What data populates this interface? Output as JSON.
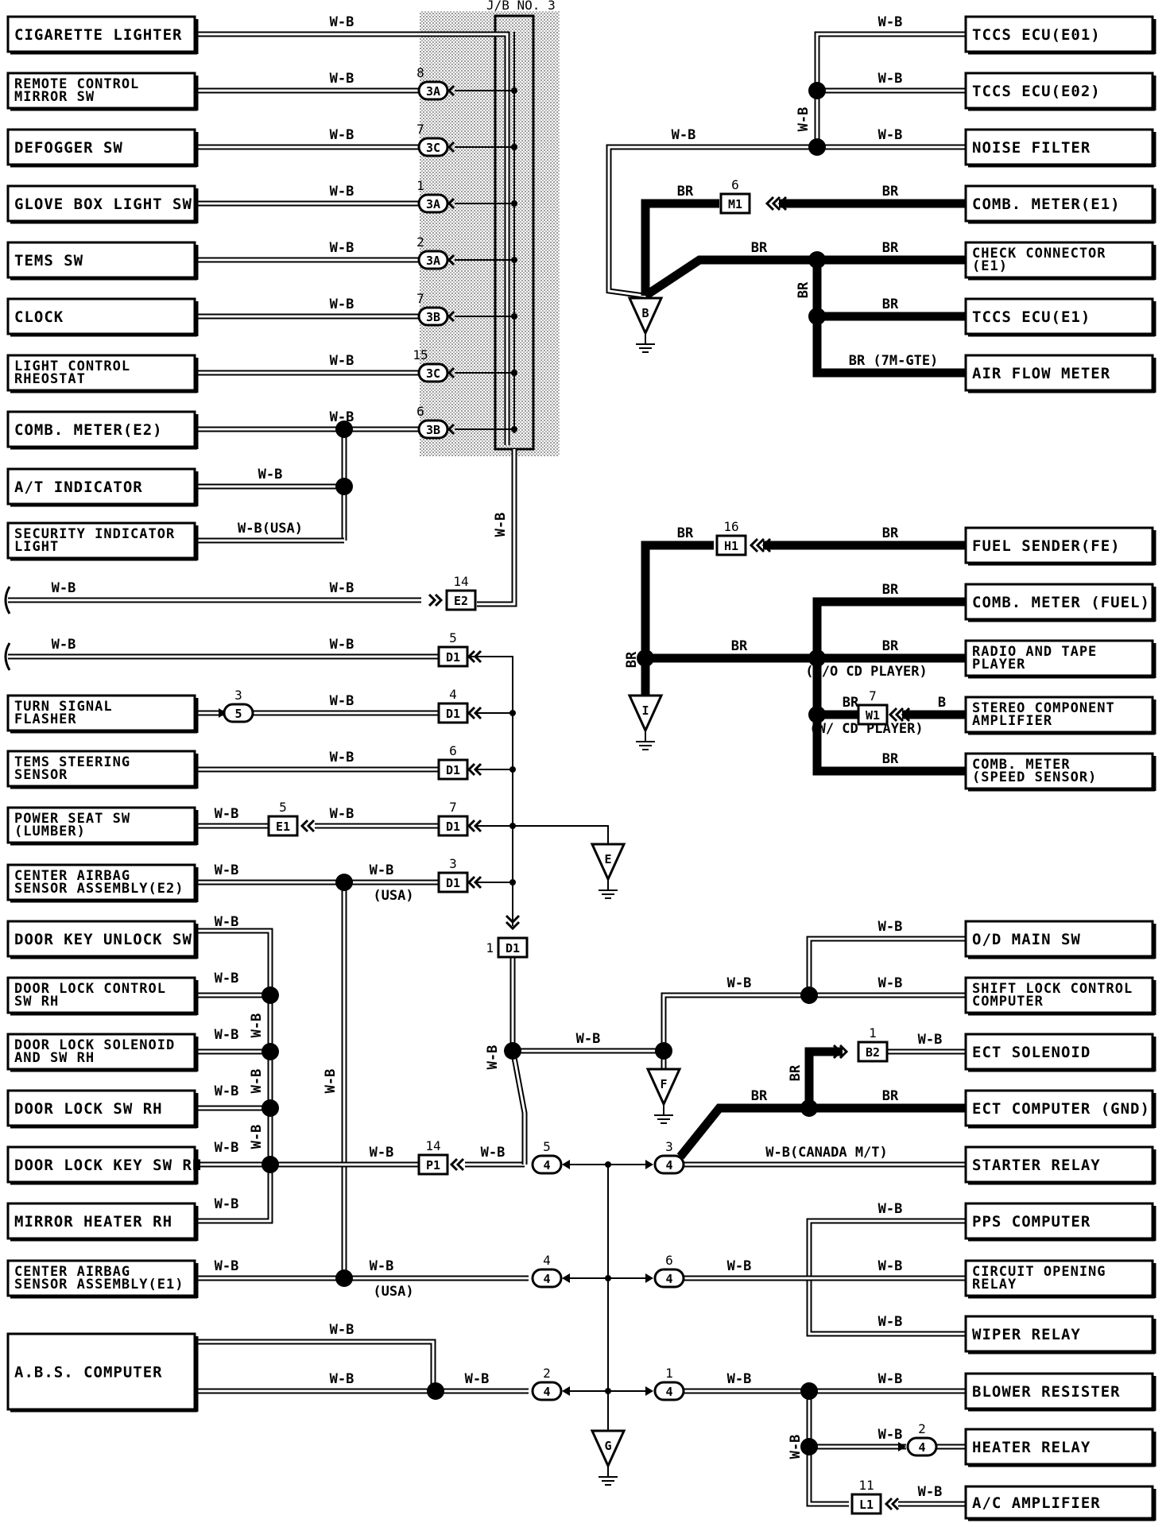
{
  "jb": {
    "label": "J/B NO. 3"
  },
  "components": [
    {
      "id": "cigarette-lighter",
      "lines": [
        "CIGARETTE LIGHTER"
      ]
    },
    {
      "id": "remote-control-mirror-sw",
      "lines": [
        "REMOTE CONTROL",
        "MIRROR SW"
      ]
    },
    {
      "id": "defogger-sw",
      "lines": [
        "DEFOGGER SW"
      ]
    },
    {
      "id": "glove-box-light-sw",
      "lines": [
        "GLOVE BOX LIGHT SW"
      ]
    },
    {
      "id": "tems-sw",
      "lines": [
        "TEMS SW"
      ]
    },
    {
      "id": "clock",
      "lines": [
        "CLOCK"
      ]
    },
    {
      "id": "light-control-rheostat",
      "lines": [
        "LIGHT CONTROL",
        "RHEOSTAT"
      ]
    },
    {
      "id": "comb-meter-e2",
      "lines": [
        "COMB. METER(E2)"
      ]
    },
    {
      "id": "at-indicator",
      "lines": [
        "A/T INDICATOR"
      ]
    },
    {
      "id": "security-indicator-light",
      "lines": [
        "SECURITY INDICATOR",
        "LIGHT"
      ]
    },
    {
      "id": "turn-signal-flasher",
      "lines": [
        "TURN SIGNAL",
        "FLASHER"
      ]
    },
    {
      "id": "tems-steering-sensor",
      "lines": [
        "TEMS STEERING",
        "SENSOR"
      ]
    },
    {
      "id": "power-seat-sw",
      "lines": [
        "POWER SEAT SW",
        "(LUMBER)"
      ]
    },
    {
      "id": "center-airbag-e2",
      "lines": [
        "CENTER AIRBAG",
        "SENSOR ASSEMBLY(E2)"
      ]
    },
    {
      "id": "door-key-unlock-sw",
      "lines": [
        "DOOR KEY UNLOCK SW"
      ]
    },
    {
      "id": "door-lock-control-sw",
      "lines": [
        "DOOR LOCK CONTROL",
        "SW RH"
      ]
    },
    {
      "id": "door-lock-solenoid",
      "lines": [
        "DOOR LOCK SOLENOID",
        "AND SW RH"
      ]
    },
    {
      "id": "door-lock-sw-rh",
      "lines": [
        "DOOR LOCK SW RH"
      ]
    },
    {
      "id": "door-lock-key-sw-rh",
      "lines": [
        "DOOR LOCK KEY SW RH"
      ]
    },
    {
      "id": "mirror-heater-rh",
      "lines": [
        "MIRROR HEATER RH"
      ]
    },
    {
      "id": "center-airbag-e1",
      "lines": [
        "CENTER AIRBAG",
        "SENSOR ASSEMBLY(E1)"
      ]
    },
    {
      "id": "abs-computer",
      "lines": [
        "A.B.S. COMPUTER"
      ]
    },
    {
      "id": "tccs-ecu-e01",
      "lines": [
        "TCCS ECU(E01)"
      ]
    },
    {
      "id": "tccs-ecu-e02",
      "lines": [
        "TCCS ECU(E02)"
      ]
    },
    {
      "id": "noise-filter",
      "lines": [
        "NOISE FILTER"
      ]
    },
    {
      "id": "comb-meter-e1",
      "lines": [
        "COMB. METER(E1)"
      ]
    },
    {
      "id": "check-connector",
      "lines": [
        "CHECK CONNECTOR",
        "(E1)"
      ]
    },
    {
      "id": "tccs-ecu-e1",
      "lines": [
        "TCCS ECU(E1)"
      ]
    },
    {
      "id": "air-flow-meter",
      "lines": [
        "AIR FLOW METER"
      ]
    },
    {
      "id": "fuel-sender",
      "lines": [
        "FUEL SENDER(FE)"
      ]
    },
    {
      "id": "comb-meter-fuel",
      "lines": [
        "COMB. METER (FUEL)"
      ]
    },
    {
      "id": "radio-tape-player",
      "lines": [
        "RADIO AND TAPE",
        "PLAYER"
      ]
    },
    {
      "id": "stereo-component-amp",
      "lines": [
        "STEREO COMPONENT",
        "AMPLIFIER"
      ]
    },
    {
      "id": "comb-meter-speed",
      "lines": [
        "COMB. METER",
        "(SPEED SENSOR)"
      ]
    },
    {
      "id": "od-main-sw",
      "lines": [
        "O/D MAIN SW"
      ]
    },
    {
      "id": "shift-lock-control-computer",
      "lines": [
        "SHIFT LOCK CONTROL",
        "COMPUTER"
      ]
    },
    {
      "id": "ect-solenoid",
      "lines": [
        "ECT SOLENOID"
      ]
    },
    {
      "id": "ect-computer-gnd",
      "lines": [
        "ECT COMPUTER (GND)"
      ]
    },
    {
      "id": "starter-relay",
      "lines": [
        "STARTER RELAY"
      ]
    },
    {
      "id": "pps-computer",
      "lines": [
        "PPS COMPUTER"
      ]
    },
    {
      "id": "circuit-opening-relay",
      "lines": [
        "CIRCUIT OPENING",
        "RELAY"
      ]
    },
    {
      "id": "wiper-relay",
      "lines": [
        "WIPER RELAY"
      ]
    },
    {
      "id": "blower-resister",
      "lines": [
        "BLOWER RESISTER"
      ]
    },
    {
      "id": "heater-relay",
      "lines": [
        "HEATER RELAY"
      ]
    },
    {
      "id": "ac-amplifier",
      "lines": [
        "A/C AMPLIFIER"
      ]
    }
  ],
  "connectors": [
    {
      "id": "jb-3a-8",
      "code": "3A",
      "pin": "8"
    },
    {
      "id": "jb-3c-7",
      "code": "3C",
      "pin": "7"
    },
    {
      "id": "jb-3a-1",
      "code": "3A",
      "pin": "1"
    },
    {
      "id": "jb-3a-2",
      "code": "3A",
      "pin": "2"
    },
    {
      "id": "jb-3b-7",
      "code": "3B",
      "pin": "7"
    },
    {
      "id": "jb-3c-15",
      "code": "3C",
      "pin": "15"
    },
    {
      "id": "jb-3b-6",
      "code": "3B",
      "pin": "6"
    },
    {
      "id": "e2-14",
      "code": "E2",
      "pin": "14"
    },
    {
      "id": "d1-5",
      "code": "D1",
      "pin": "5"
    },
    {
      "id": "c5-3",
      "code": "5",
      "pin": "3"
    },
    {
      "id": "d1-4",
      "code": "D1",
      "pin": "4"
    },
    {
      "id": "d1-6",
      "code": "D1",
      "pin": "6"
    },
    {
      "id": "e1-5",
      "code": "E1",
      "pin": "5"
    },
    {
      "id": "d1-7",
      "code": "D1",
      "pin": "7"
    },
    {
      "id": "d1-3",
      "code": "D1",
      "pin": "3"
    },
    {
      "id": "d1-1",
      "code": "D1",
      "pin": "1"
    },
    {
      "id": "p1-14",
      "code": "P1",
      "pin": "14"
    },
    {
      "id": "c4-5",
      "code": "4",
      "pin": "5"
    },
    {
      "id": "c4-3",
      "code": "4",
      "pin": "3"
    },
    {
      "id": "c4-4",
      "code": "4",
      "pin": "4"
    },
    {
      "id": "c4-6",
      "code": "4",
      "pin": "6"
    },
    {
      "id": "c4-2",
      "code": "4",
      "pin": "2"
    },
    {
      "id": "c4-1",
      "code": "4",
      "pin": "1"
    },
    {
      "id": "m1-6",
      "code": "M1",
      "pin": "6"
    },
    {
      "id": "h1-16",
      "code": "H1",
      "pin": "16"
    },
    {
      "id": "w1-7",
      "code": "W1",
      "pin": "7"
    },
    {
      "id": "b2-1",
      "code": "B2",
      "pin": "1"
    },
    {
      "id": "c4-2b",
      "code": "4",
      "pin": "2"
    },
    {
      "id": "l1-11",
      "code": "L1",
      "pin": "11"
    }
  ],
  "grounds": [
    {
      "id": "ground-b",
      "label": "B"
    },
    {
      "id": "ground-i",
      "label": "I"
    },
    {
      "id": "ground-e",
      "label": "E"
    },
    {
      "id": "ground-f",
      "label": "F"
    },
    {
      "id": "ground-g",
      "label": "G"
    }
  ],
  "wire_labels": {
    "wb": "W-B",
    "br": "BR",
    "b": "B",
    "wb_usa": "W-B(USA)",
    "usa": "(USA)",
    "br_7m": "BR  (7M-GTE)",
    "wo_cd": "(W/O CD PLAYER)",
    "w_cd": "(W/ CD PLAYER)",
    "wb_canada": "W-B(CANADA M/T)"
  }
}
